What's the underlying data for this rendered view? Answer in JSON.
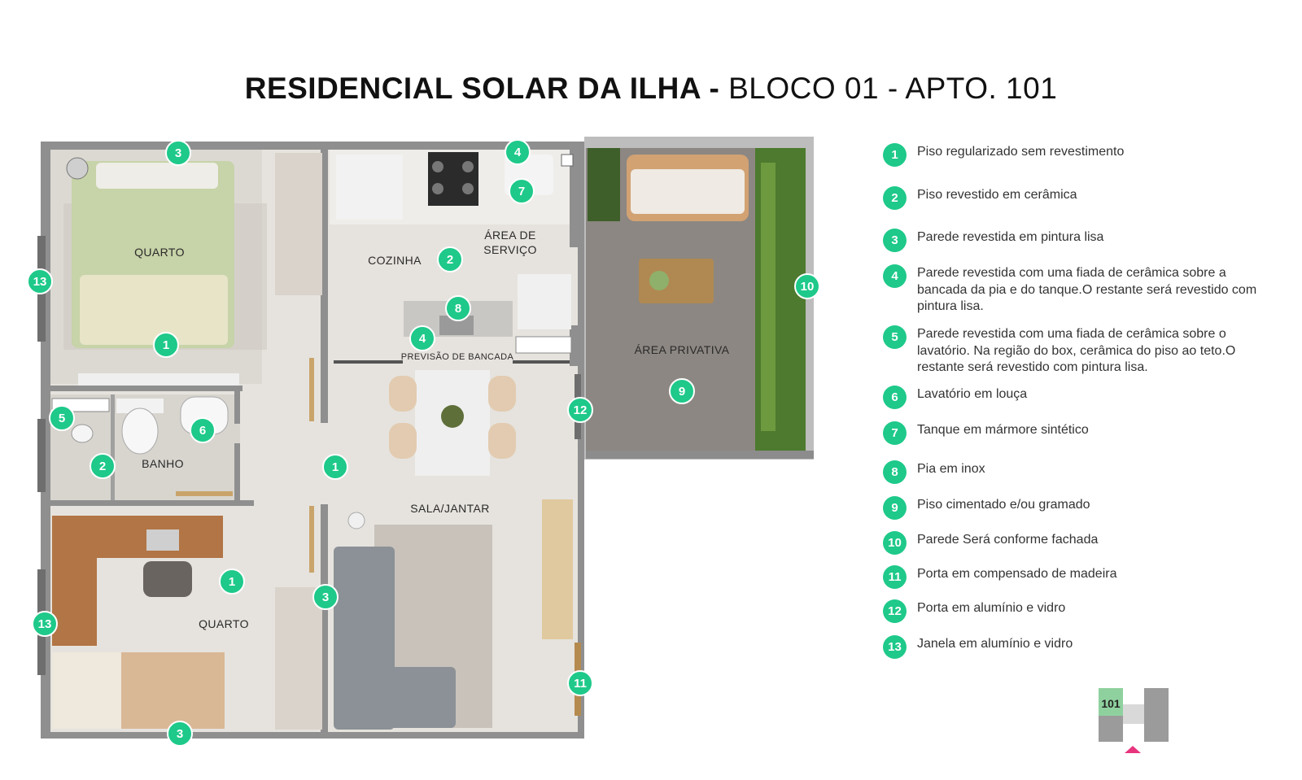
{
  "title": {
    "bold": "RESIDENCIAL SOLAR DA ILHA -",
    "regular": "BLOCO 01 - APTO. 101"
  },
  "colors": {
    "badge": "#1ec98a",
    "wall": "#8f8f8f",
    "floor": "#e6e3de",
    "grass": "#4d7a2e",
    "deck": "#8a8580",
    "accent": "#e8347d",
    "keyplan_highlight": "#8fd19e"
  },
  "rooms": {
    "quarto1": "QUARTO",
    "quarto2": "QUARTO",
    "cozinha": "COZINHA",
    "servico_l1": "ÁREA DE",
    "servico_l2": "SERVIÇO",
    "banho": "BANHO",
    "sala": "SALA/JANTAR",
    "privativa": "ÁREA PRIVATIVA",
    "bancada": "PREVISÃO DE BANCADA"
  },
  "markers": {
    "m3_top": "3",
    "m4_top": "4",
    "m7": "7",
    "m13_top": "13",
    "m2_coz": "2",
    "m8": "8",
    "m1_quarto": "1",
    "m4_banc": "4",
    "m10": "10",
    "m9": "9",
    "m12": "12",
    "m5": "5",
    "m6": "6",
    "m2_banho": "2",
    "m1_sala": "1",
    "m1_quarto2": "1",
    "m3_mid": "3",
    "m13_bot": "13",
    "m11": "11",
    "m3_bot": "3"
  },
  "legend": [
    {
      "num": "1",
      "text": "Piso regularizado sem revestimento"
    },
    {
      "num": "2",
      "text": "Piso revestido em cerâmica"
    },
    {
      "num": "3",
      "text": "Parede revestida em pintura lisa"
    },
    {
      "num": "4",
      "text": "Parede revestida com uma fiada de cerâmica sobre a bancada da pia e do tanque.O restante será revestido com pintura lisa."
    },
    {
      "num": "5",
      "text": "Parede revestida com uma fiada de cerâmica sobre o lavatório. Na região do box, cerâmica do piso ao teto.O restante será revestido com pintura lisa."
    },
    {
      "num": "6",
      "text": "Lavatório em louça"
    },
    {
      "num": "7",
      "text": "Tanque em mármore sintético"
    },
    {
      "num": "8",
      "text": "Pia em inox"
    },
    {
      "num": "9",
      "text": "Piso cimentado e/ou gramado"
    },
    {
      "num": "10",
      "text": "Parede Será conforme fachada"
    },
    {
      "num": "11",
      "text": "Porta em compensado de madeira"
    },
    {
      "num": "12",
      "text": "Porta em alumínio e vidro"
    },
    {
      "num": "13",
      "text": "Janela em alumínio e vidro"
    }
  ],
  "keyplan": {
    "unit": "101"
  }
}
